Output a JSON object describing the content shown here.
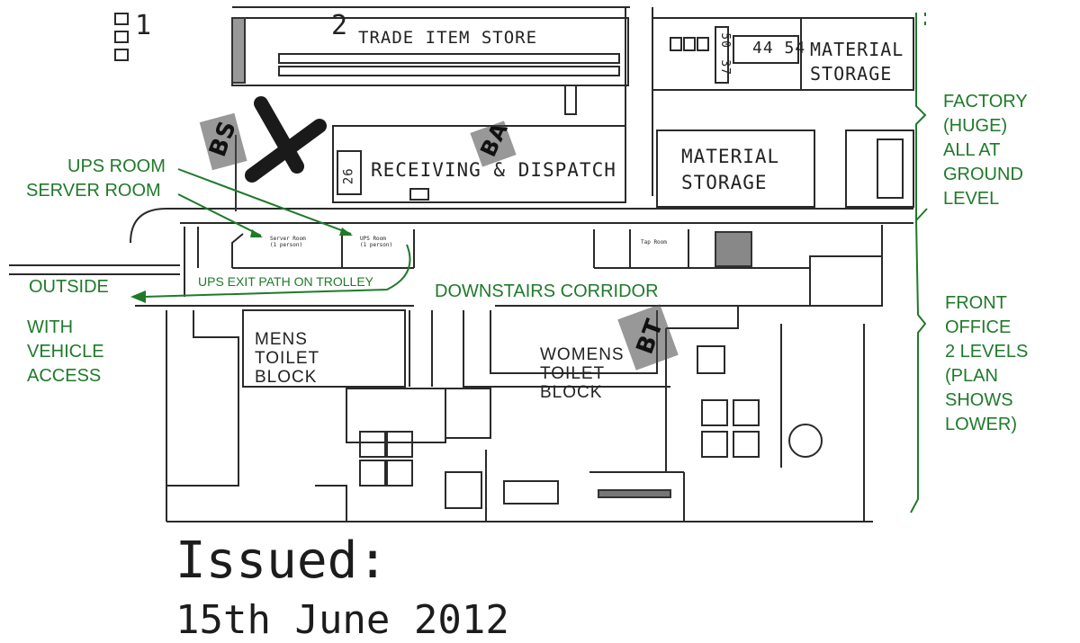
{
  "annotations": {
    "ups_room": "UPS ROOM",
    "server_room": "SERVER ROOM",
    "outside": "OUTSIDE",
    "vehicle_access": "WITH\nVEHICLE\nACCESS",
    "ups_exit_path": "UPS EXIT PATH ON TROLLEY",
    "downstairs_corridor": "DOWNSTAIRS CORRIDOR",
    "factory": "FACTORY\n(HUGE)\nALL AT\nGROUND\nLEVEL",
    "front_office": "FRONT\nOFFICE\n2 LEVELS\n(PLAN\nSHOWS\nLOWER)"
  },
  "plan_labels": {
    "trade_item_store": "TRADE ITEM STORE",
    "receiving_dispatch": "RECEIVING & DISPATCH",
    "material_storage_top": "MATERIAL\nSTORAGE",
    "material_storage": "MATERIAL\nSTORAGE",
    "mens_toilet": "MENS\nTOILET\nBLOCK",
    "womens_toilet": "WOMENS\nTOILET\nBLOCK",
    "server_room_small": "Server Room\n(1 person)",
    "ups_room_small": "UPS Room\n(1 person)",
    "tap_room": "Tap Room",
    "dock_26": "26",
    "bay_numbers": "44 54",
    "number_2": "2",
    "number_1": "1",
    "number_50": "50",
    "number_37": "37",
    "hand_bs": "BS",
    "hand_ba": "BA",
    "hand_bt": "BT"
  },
  "footer": {
    "issued_label": "Issued:",
    "issued_date": "15th June 2012"
  },
  "colors": {
    "annotation": "#1f7a2a",
    "plan_ink": "#222222",
    "marker": "#1a1a1a"
  }
}
